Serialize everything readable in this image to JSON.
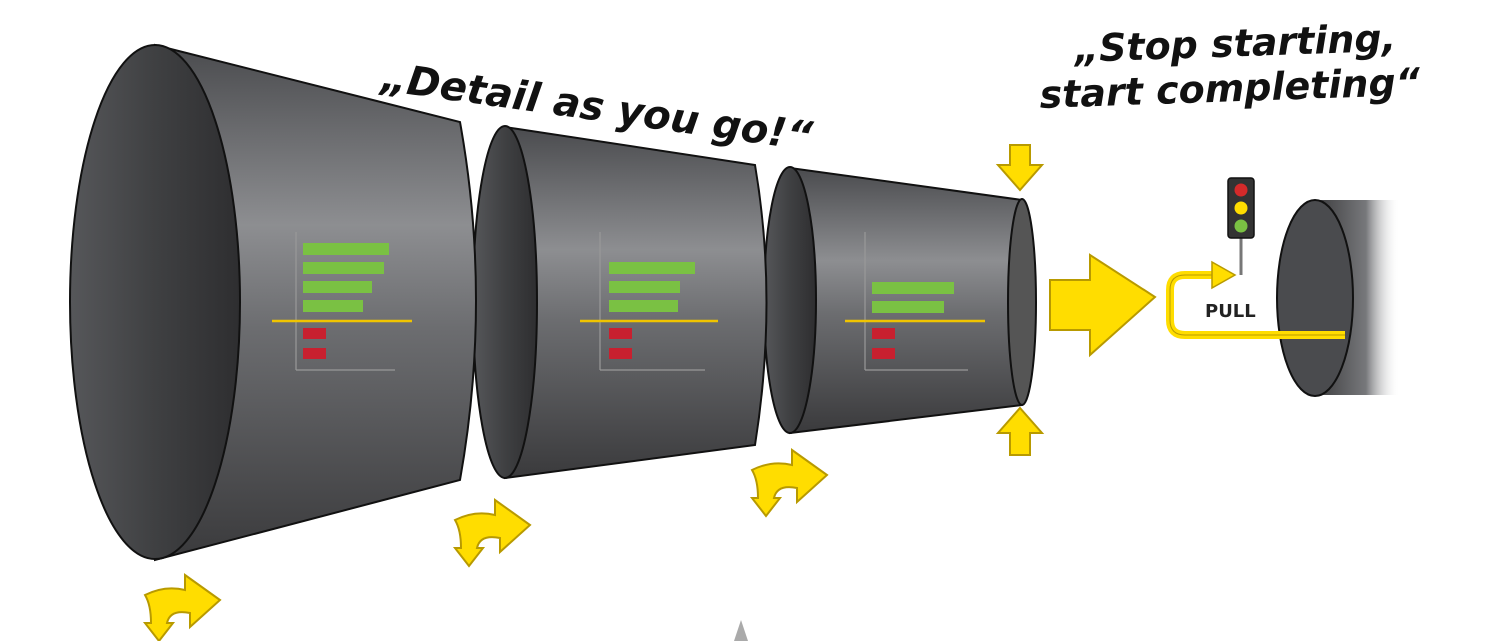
{
  "quotes": {
    "detail": "„Detail as you go!“",
    "stop_line1": "„Stop starting,",
    "stop_line2": "start completing“"
  },
  "pull_label": "PULL",
  "funnel_charts": [
    {
      "stage": 1,
      "green_bars": [
        1.0,
        0.94,
        0.8,
        0.7
      ],
      "red_bars": [
        1,
        1
      ]
    },
    {
      "stage": 2,
      "green_bars": [
        1.0,
        0.83,
        0.8
      ],
      "red_bars": [
        1,
        1
      ]
    },
    {
      "stage": 3,
      "green_bars": [
        0.95,
        0.84
      ],
      "red_bars": [
        1,
        1
      ]
    }
  ],
  "colors": {
    "funnel_dark": "#3c3c3e",
    "funnel_light": "#8d8e91",
    "arrow_yellow": "#ffdd00",
    "bar_green": "#7ac143",
    "bar_red": "#c8202f",
    "threshold_line": "#f0c400",
    "traffic_red": "#d42a2a",
    "traffic_yellow": "#ffdd00",
    "traffic_green": "#7ac143"
  },
  "icons": [
    "curved-arrow-icon",
    "down-arrow-icon",
    "up-arrow-icon",
    "right-arrow-icon",
    "traffic-light-icon"
  ]
}
